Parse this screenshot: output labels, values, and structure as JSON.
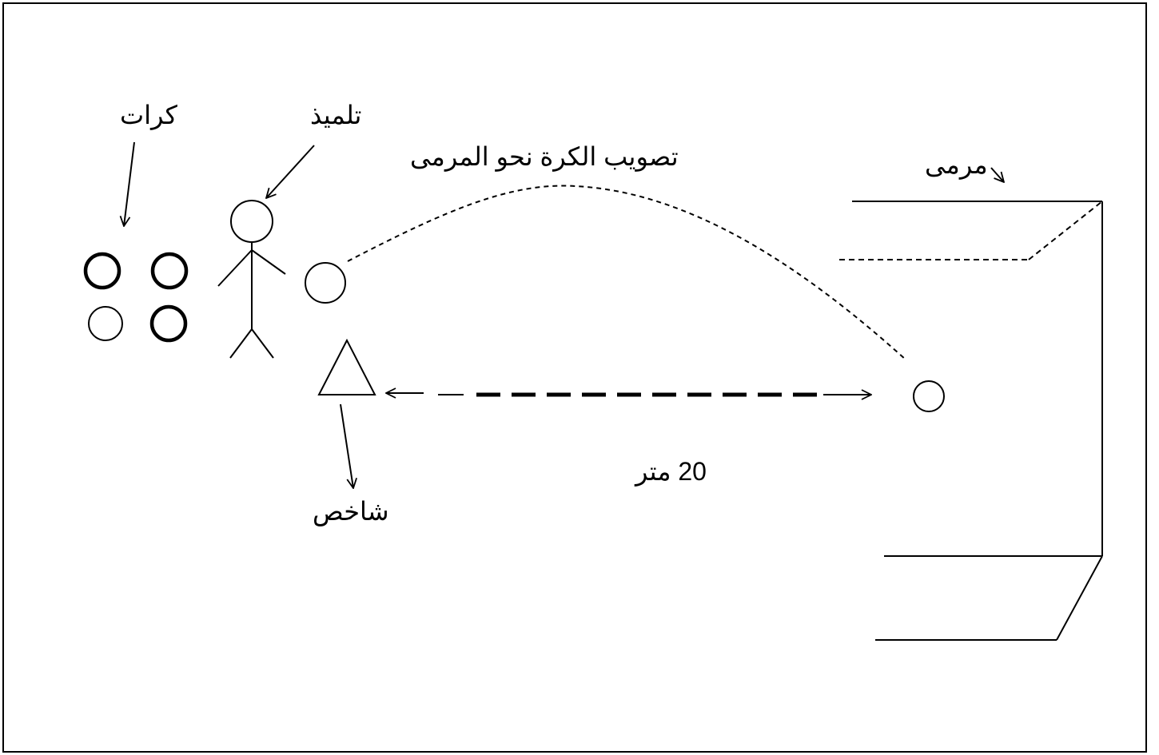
{
  "labels": {
    "balls": "كرات",
    "student": "تلميذ",
    "shot_path": "تصويب الكرة نحو المرمى",
    "goal": "مرمى",
    "cone": "شاخص",
    "distance": "20 متر"
  },
  "colors": {
    "ink": "#000000",
    "background": "#ffffff"
  }
}
